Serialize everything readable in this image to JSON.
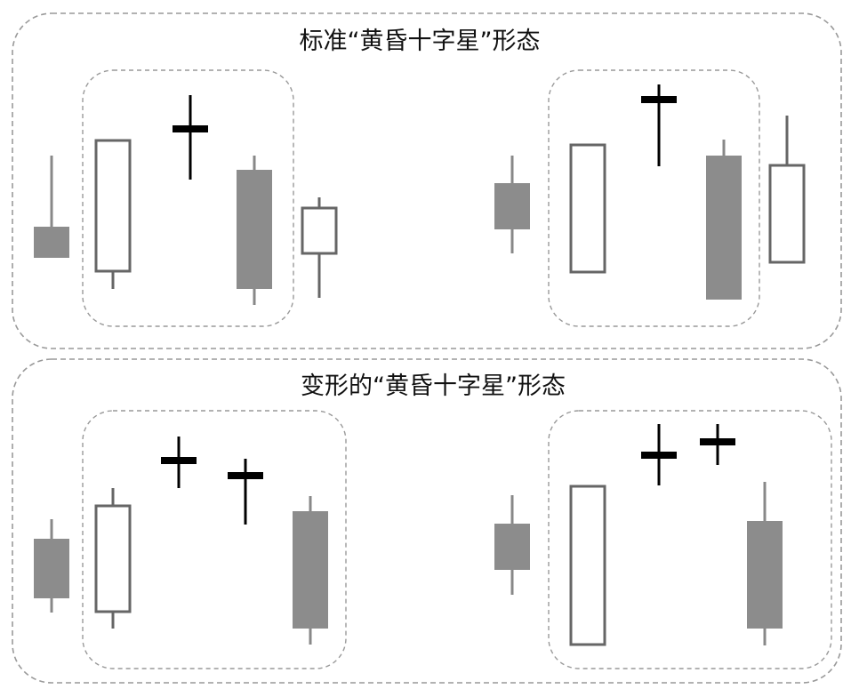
{
  "colors": {
    "bear_fill": "#8c8c8c",
    "bull_fill": "#ffffff",
    "bull_stroke": "#666666",
    "wick": "#888888",
    "star": "#000000",
    "dash": "#999999"
  },
  "panels": [
    {
      "id": "standard",
      "title": "标准“黄昏十字星”形态",
      "examples": [
        {
          "id": "standard-left",
          "candles": [
            {
              "kind": "bear",
              "open": 255,
              "close": 290,
              "high": 175,
              "low": 290
            },
            {
              "kind": "bull",
              "open": 305,
              "close": 158,
              "high": 158,
              "low": 325
            },
            {
              "kind": "star",
              "open": 145,
              "close": 145,
              "high": 107,
              "low": 202
            },
            {
              "kind": "bear",
              "open": 191,
              "close": 325,
              "high": 175,
              "low": 343
            },
            {
              "kind": "bull",
              "open": 285,
              "close": 234,
              "high": 222,
              "low": 335
            }
          ]
        },
        {
          "id": "standard-right",
          "candles": [
            {
              "kind": "bear",
              "open": 206,
              "close": 258,
              "high": 175,
              "low": 285
            },
            {
              "kind": "bull",
              "open": 306,
              "close": 163,
              "high": 163,
              "low": 306
            },
            {
              "kind": "star",
              "open": 112,
              "close": 112,
              "high": 95,
              "low": 187
            },
            {
              "kind": "bear",
              "open": 175,
              "close": 337,
              "high": 157,
              "low": 337
            },
            {
              "kind": "bull",
              "open": 295,
              "close": 186,
              "high": 130,
              "low": 295
            }
          ]
        }
      ]
    },
    {
      "id": "variant",
      "title": "变形的“黄昏十字星”形态",
      "examples": [
        {
          "id": "variant-left",
          "candles": [
            {
              "kind": "bear",
              "open": 606,
              "close": 673,
              "high": 584,
              "low": 689
            },
            {
              "kind": "bull",
              "open": 688,
              "close": 569,
              "high": 549,
              "low": 707
            },
            {
              "kind": "star",
              "open": 518,
              "close": 518,
              "high": 491,
              "low": 549
            },
            {
              "kind": "star",
              "open": 535,
              "close": 535,
              "high": 516,
              "low": 590
            },
            {
              "kind": "bear",
              "open": 575,
              "close": 707,
              "high": 558,
              "low": 725
            }
          ]
        },
        {
          "id": "variant-right",
          "candles": [
            {
              "kind": "bear",
              "open": 589,
              "close": 641,
              "high": 557,
              "low": 669
            },
            {
              "kind": "bull",
              "open": 725,
              "close": 547,
              "high": 547,
              "low": 725
            },
            {
              "kind": "star",
              "open": 512,
              "close": 512,
              "high": 477,
              "low": 546
            },
            {
              "kind": "star",
              "open": 497,
              "close": 497,
              "high": 477,
              "low": 523
            },
            {
              "kind": "bear",
              "open": 586,
              "close": 707,
              "high": 542,
              "low": 726
            }
          ]
        }
      ]
    }
  ]
}
